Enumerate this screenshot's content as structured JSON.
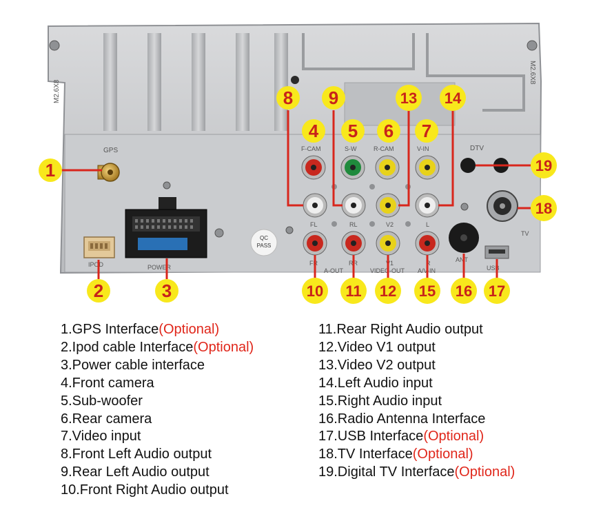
{
  "panel": {
    "silk": {
      "gps": "GPS",
      "fcam": "F-CAM",
      "sw": "S-W",
      "rcam": "R-CAM",
      "vin": "V-IN",
      "dtv": "DTV",
      "fl": "FL",
      "rl": "RL",
      "v2": "V2",
      "l": "L",
      "fr": "FR",
      "rr": "RR",
      "v1": "V1",
      "r": "R",
      "aout": "A-OUT",
      "videoout": "VIDEO-OUT",
      "avin": "A/V-IN",
      "ant": "ANT",
      "usb": "USB",
      "tv": "TV",
      "ipod": "IPOD",
      "power": "POWER",
      "qc1": "QC",
      "qc2": "PASS",
      "screw_left": "M2.6X8",
      "screw_right": "M2.6X8"
    },
    "callouts": {
      "c1": "1",
      "c2": "2",
      "c3": "3",
      "c4": "4",
      "c5": "5",
      "c6": "6",
      "c7": "7",
      "c8": "8",
      "c9": "9",
      "c10": "10",
      "c11": "11",
      "c12": "12",
      "c13": "13",
      "c14": "14",
      "c15": "15",
      "c16": "16",
      "c17": "17",
      "c18": "18",
      "c19": "19"
    },
    "colors": {
      "callout_fill": "#f8e81c",
      "callout_text": "#c8231a",
      "leader": "#d8261c",
      "metal": "#c7c9cb",
      "rca_red": "#c8281e",
      "rca_yellow": "#e8d21a",
      "rca_green": "#1f8a3c",
      "rca_white": "#eeeeee"
    }
  },
  "legend": {
    "left": [
      {
        "text": "1.GPS Interface",
        "note": "(Optional)"
      },
      {
        "text": "2.Ipod cable Interface",
        "note": "(Optional)"
      },
      {
        "text": "3.Power cable interface",
        "note": ""
      },
      {
        "text": "4.Front camera",
        "note": ""
      },
      {
        "text": "5.Sub-woofer",
        "note": ""
      },
      {
        "text": "6.Rear camera",
        "note": ""
      },
      {
        "text": "7.Video input",
        "note": ""
      },
      {
        "text": "8.Front Left Audio output",
        "note": ""
      },
      {
        "text": "9.Rear Left Audio output",
        "note": ""
      },
      {
        "text": "10.Front Right Audio output",
        "note": ""
      }
    ],
    "right": [
      {
        "text": "11.Rear Right Audio output",
        "note": ""
      },
      {
        "text": "12.Video V1 output",
        "note": ""
      },
      {
        "text": "13.Video V2 output",
        "note": ""
      },
      {
        "text": "14.Left Audio input",
        "note": ""
      },
      {
        "text": "15.Right Audio input",
        "note": ""
      },
      {
        "text": "16.Radio Antenna Interface",
        "note": ""
      },
      {
        "text": "17.USB Interface",
        "note": "(Optional)"
      },
      {
        "text": "18.TV Interface",
        "note": "(Optional)"
      },
      {
        "text": "19.Digital TV Interface",
        "note": "(Optional)"
      }
    ]
  }
}
